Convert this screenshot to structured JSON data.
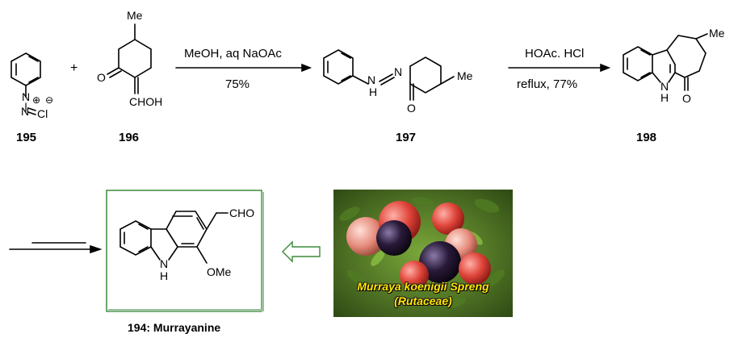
{
  "compounds": {
    "c195": {
      "id": "195",
      "chloride": "Cl"
    },
    "c196": {
      "id": "196",
      "methyl": "Me",
      "carbonyl_o": "O",
      "substituent": "CHOH"
    },
    "c197": {
      "id": "197",
      "methyl": "Me",
      "nh": "H",
      "carbonyl_o": "O"
    },
    "c198": {
      "id": "198",
      "methyl": "Me",
      "nh": "H",
      "carbonyl_o": "O"
    },
    "c194": {
      "label": "194: Murrayanine",
      "aldehyde": "CHO",
      "methoxy": "OMe",
      "nh": "H"
    }
  },
  "plus_sign": "+",
  "step1": {
    "reagents": "MeOH, aq NaOAc",
    "yield": "75%"
  },
  "step2": {
    "reagents": "HOAc. HCl",
    "conditions": "reflux, 77%"
  },
  "photo": {
    "caption_line1": "Murraya koenigii Spreng",
    "caption_line2": "(Rutaceae)"
  },
  "colors": {
    "box_border": "#3c8a3c",
    "hollow_arrow": "#3c8a3c",
    "caption_text": "#ffe600"
  }
}
